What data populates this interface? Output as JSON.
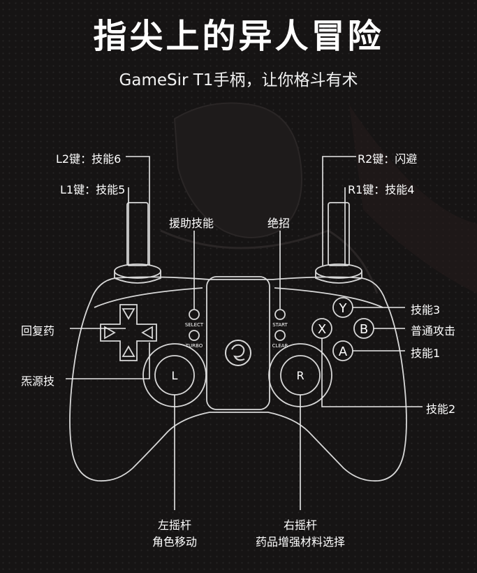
{
  "title": "指尖上的异人冒险",
  "subtitle": "GameSir T1手柄，让你格斗有术",
  "labels": {
    "l2": "L2键：技能6",
    "l1": "L1键：技能5",
    "r2": "R2键：闪避",
    "r1": "R1键：技能4",
    "assist": "援助技能",
    "ultimate": "绝招",
    "dpad": "回复药",
    "element": "炁源技",
    "skill3": "技能3",
    "normal_attack": "普通攻击",
    "skill1": "技能1",
    "skill2": "技能2",
    "left_stick_title": "左摇杆",
    "left_stick_desc": "角色移动",
    "right_stick_title": "右摇杆",
    "right_stick_desc": "药品增强材料选择"
  },
  "controller": {
    "select_label": "SELECT",
    "turbo_label": "TURBO",
    "start_label": "START",
    "clear_label": "CLEAR",
    "left_stick_letter": "L",
    "right_stick_letter": "R",
    "btn_y": "Y",
    "btn_x": "X",
    "btn_b": "B",
    "btn_a": "A"
  }
}
